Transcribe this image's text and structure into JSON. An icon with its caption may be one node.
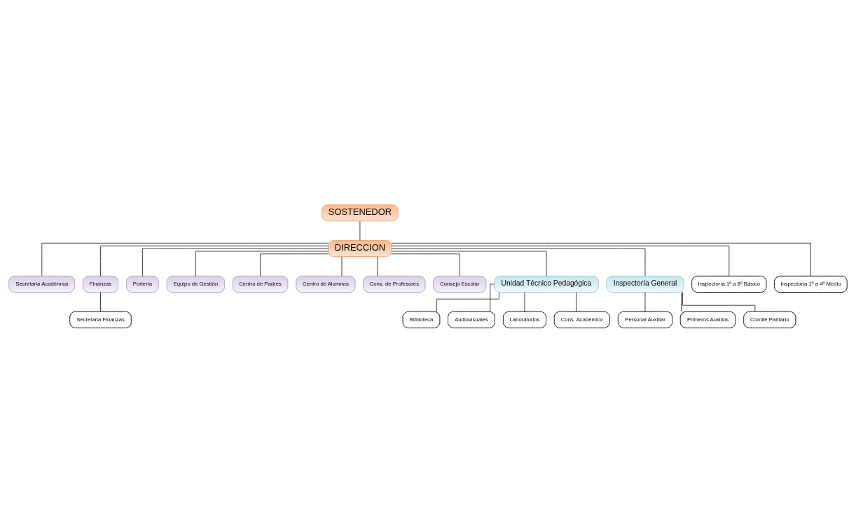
{
  "diagram": {
    "nodes": [
      {
        "text": [
          "SOSTENEDOR"
        ]
      },
      {
        "text": [
          "DIRECCION"
        ]
      },
      {
        "text": [
          "Secretaria Académica"
        ]
      },
      {
        "text": [
          "Finanzas"
        ]
      },
      {
        "text": [
          "Portería"
        ]
      },
      {
        "text": [
          "Secretaria Finanzas"
        ]
      },
      {
        "text": [
          "Equipo de Gestión"
        ]
      },
      {
        "text": [
          "Centro de Padres"
        ]
      },
      {
        "text": [
          "Centro de Alumnos"
        ]
      },
      {
        "text": [
          "Cons. de Profesores"
        ]
      },
      {
        "text": [
          "Consejo Escolar"
        ]
      },
      {
        "text": [
          "Unidad Técnico Pedagógica"
        ]
      },
      {
        "text": [
          "Inspectoría General"
        ]
      },
      {
        "text": [
          "Biblioteca"
        ]
      },
      {
        "text": [
          "Audiovisuales"
        ]
      },
      {
        "text": [
          "Laboratorios"
        ]
      },
      {
        "text": [
          "Cons. Académico"
        ]
      },
      {
        "text": [
          "Personal Auxiliar"
        ]
      },
      {
        "text": [
          "Primeros Auxilios"
        ]
      },
      {
        "text": [
          "Comité Paritario"
        ]
      },
      {
        "text": [
          "Inspectoría 1º a 8º Básico"
        ]
      },
      {
        "text": [
          "Inspectoría 1º a 4º Medio"
        ]
      }
    ],
    "edges": [
      {
        "from": 0,
        "to": 1,
        "arrow": "none"
      },
      {
        "from": 1,
        "to": 2,
        "arrow": "none"
      },
      {
        "from": 1,
        "to": 3,
        "arrow": "none"
      },
      {
        "from": 1,
        "to": 4,
        "arrow": "none"
      },
      {
        "from": 3,
        "to": 5,
        "arrow": "none"
      },
      {
        "from": 1,
        "to": 6,
        "arrow": "none"
      },
      {
        "from": 1,
        "to": 7,
        "arrow": "none"
      },
      {
        "from": 1,
        "to": 8,
        "arrow": "none"
      },
      {
        "from": 1,
        "to": 9,
        "arrow": "none"
      },
      {
        "from": 1,
        "to": 10,
        "arrow": "none"
      },
      {
        "from": 1,
        "to": 11,
        "arrow": "none"
      },
      {
        "from": 1,
        "to": 12,
        "arrow": "none"
      },
      {
        "from": 11,
        "to": 13,
        "arrow": "none"
      },
      {
        "from": 11,
        "to": 14,
        "arrow": "none"
      },
      {
        "from": 11,
        "to": 15,
        "arrow": "none"
      },
      {
        "from": 11,
        "to": 16,
        "arrow": "none"
      },
      {
        "from": 12,
        "to": 17,
        "arrow": "none"
      },
      {
        "from": 12,
        "to": 18,
        "arrow": "none"
      },
      {
        "from": 12,
        "to": 19,
        "arrow": "none"
      },
      {
        "from": 1,
        "to": 20,
        "arrow": "none"
      },
      {
        "from": 1,
        "to": 21,
        "arrow": "none"
      }
    ]
  }
}
